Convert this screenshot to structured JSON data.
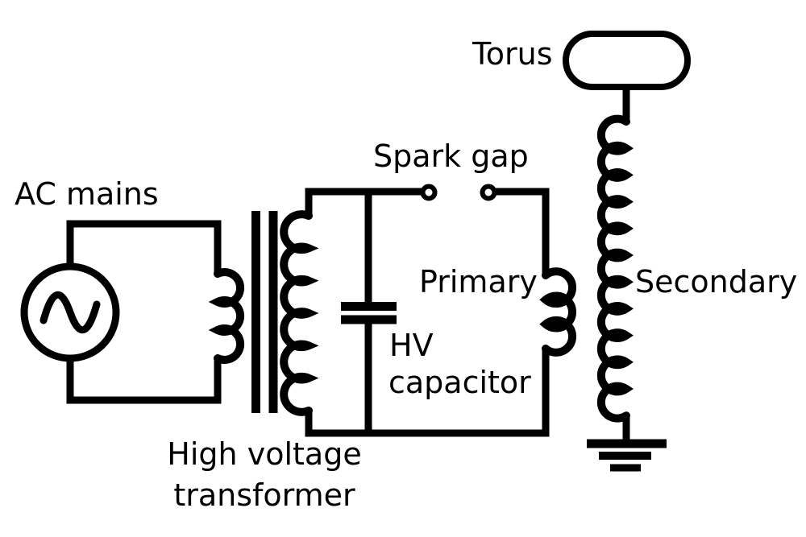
{
  "page": {
    "background_color": "#ffffff"
  },
  "diagram": {
    "type": "circuit-schematic",
    "stroke_color": "#000000",
    "labels": {
      "ac_mains": "AC mains",
      "torus": "Torus",
      "spark_gap": "Spark gap",
      "primary": "Primary",
      "secondary": "Secondary",
      "hv_capacitor": {
        "line1": "HV",
        "line2": "capacitor"
      },
      "hv_transformer": {
        "line1": "High voltage",
        "line2": "transformer"
      }
    },
    "components": {
      "ac_source": "AC mains sine-wave source",
      "hv_transformer": "high voltage transformer with two-bar core, 3-loop primary winding, 6-loop secondary winding",
      "hv_capacitor": "parallel-plate capacitor",
      "spark_gap": "two open-circle terminals",
      "primary_coil": "3-loop coil",
      "secondary_coil": "11-loop coil",
      "torus": "rounded top-load electrode",
      "ground": "three-bar earth ground symbol"
    }
  }
}
